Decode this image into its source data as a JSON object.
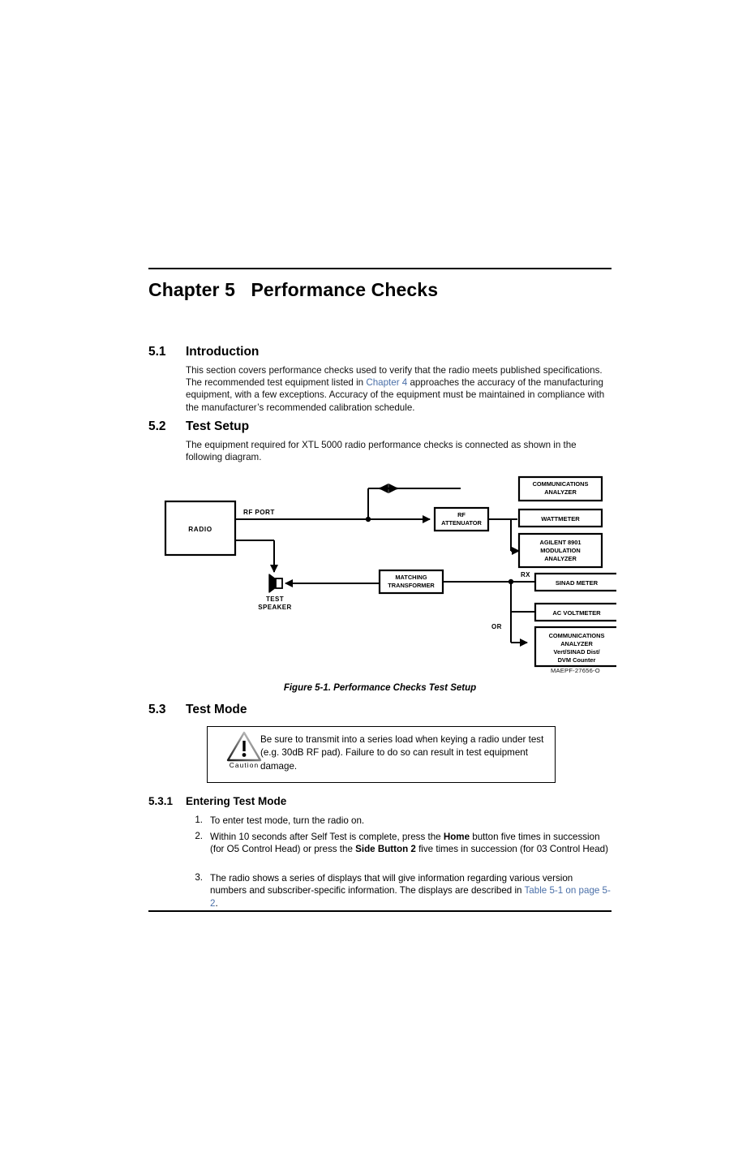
{
  "document": {
    "chapter_heading": "Chapter 5   Performance Checks"
  },
  "sections": {
    "introduction": {
      "number": "5.1",
      "title": "Introduction",
      "paragraph_part1": "This section covers performance checks used to verify that the radio meets published specifications. The recommended test equipment listed in ",
      "link_text": "Chapter 4",
      "paragraph_part2": " approaches the accuracy of the manufacturing equipment, with a few exceptions. Accuracy of the equipment must be maintained in compliance with the manufacturer’s recommended calibration schedule."
    },
    "test_setup": {
      "number": "5.2",
      "title": "Test Setup",
      "paragraph": "The equipment required for XTL 5000 radio performance checks is connected as shown in the following diagram."
    },
    "test_mode": {
      "number": "5.3",
      "title": "Test Mode"
    },
    "entering_test_mode": {
      "number": "5.3.1",
      "title": "Entering Test Mode"
    }
  },
  "caution": {
    "label": "Caution",
    "icon": "warning-triangle-icon",
    "text_part1": "Be sure to transmit into a series load when keying a radio under test (e.g. 30dB RF pad). Failure to do so can result in test equipment damage."
  },
  "figure": {
    "caption": "Figure 5-1.  Performance Checks Test Setup",
    "code": "MAEPF-27656-O",
    "diagram": {
      "boxes": {
        "radio": "RADIO",
        "rf_attenuator_line1": "RF",
        "rf_attenuator_line2": "ATTENUATOR",
        "matching_transformer_line1": "MATCHING",
        "matching_transformer_line2": "TRANSFORMER",
        "comms_analyzer_top_line1": "COMMUNICATIONS",
        "comms_analyzer_top_line2": "ANALYZER",
        "wattmeter": "WATTMETER",
        "agilent_line1": "AGILENT 8901",
        "agilent_line2": "MODULATION",
        "agilent_line3": "ANALYZER",
        "sinad_meter": "SINAD METER",
        "ac_voltmeter": "AC VOLTMETER",
        "comms_analyzer_bottom_line1": "COMMUNICATIONS",
        "comms_analyzer_bottom_line2": "ANALYZER",
        "comms_analyzer_bottom_line3": "Vert/SINAD Dist/",
        "comms_analyzer_bottom_line4": "DVM Counter"
      },
      "labels": {
        "rf_port": "RF PORT",
        "test_speaker_line1": "TEST",
        "test_speaker_line2": "SPEAKER",
        "rx": "RX",
        "or": "OR"
      }
    }
  },
  "steps": [
    {
      "number": "1.",
      "text": "To enter test mode, turn the radio on."
    },
    {
      "number": "2.",
      "text_part1": "Within 10 seconds after Self Test is complete, press the ",
      "bold1": "Home",
      "text_part2": " button five times in succession (for O5 Control Head) or press the ",
      "bold2": "Side Button 2",
      "text_part3": " five times in succession (for 03 Control Head)"
    },
    {
      "number": "3.",
      "text_part1": "The radio shows a series of displays that will give information regarding various version numbers and subscriber-specific information. The displays are described in ",
      "link_text": "Table 5-1 on page 5-2",
      "text_part2": "."
    }
  ],
  "colors": {
    "link": "#4a6fa8",
    "text": "#000000",
    "background": "#ffffff"
  }
}
